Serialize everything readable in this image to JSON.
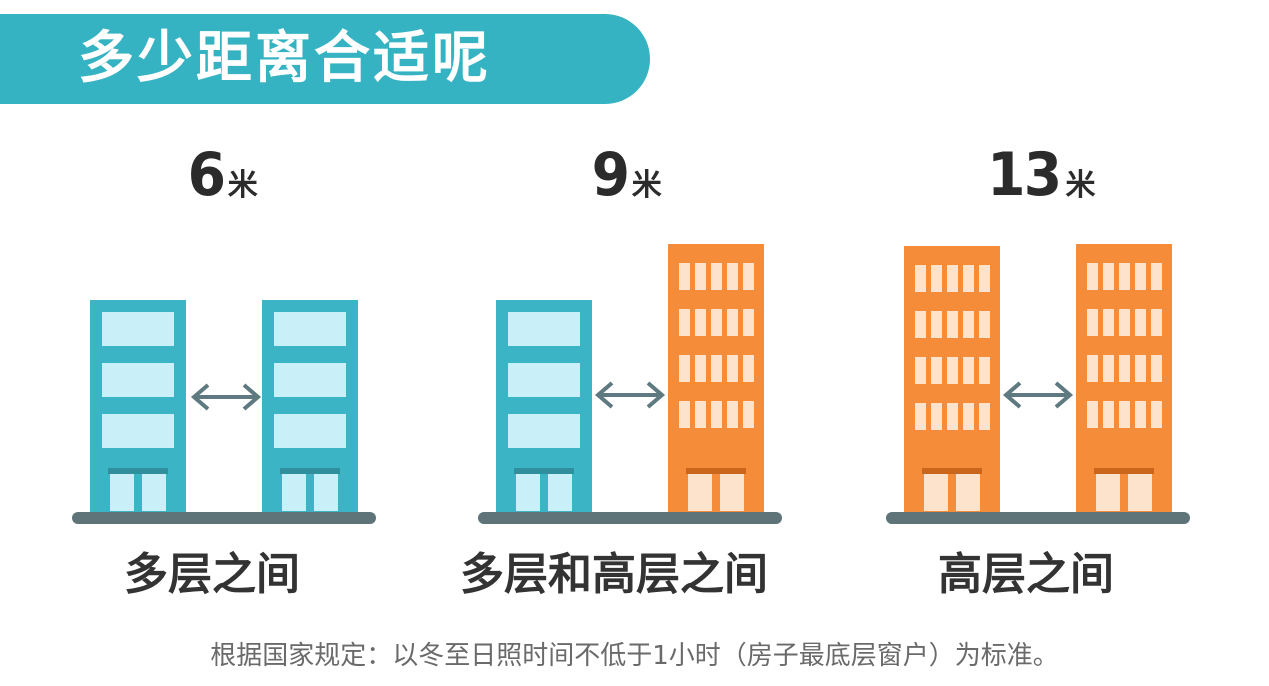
{
  "title": "多少距离合适呢",
  "colors": {
    "banner": "#35b3c3",
    "low_rise_building": "#3bb5c6",
    "low_rise_window": "#c9f0f9",
    "high_rise_building": "#f58c3a",
    "high_rise_window": "#fde3cc",
    "ground": "#5e7478",
    "arrow": "#5e7a80"
  },
  "sections": [
    {
      "distance": "6",
      "unit": "米",
      "caption": "多层之间",
      "buildings": [
        "low-rise",
        "low-rise"
      ]
    },
    {
      "distance": "9",
      "unit": "米",
      "caption": "多层和高层之间",
      "buildings": [
        "low-rise",
        "high-rise"
      ]
    },
    {
      "distance": "13",
      "unit": "米",
      "caption": "高层之间",
      "buildings": [
        "high-rise",
        "high-rise"
      ]
    }
  ],
  "icons": [
    "double-arrow-icon"
  ],
  "footnote": "根据国家规定：以冬至日照时间不低于1小时（房子最底层窗户）为标准。"
}
